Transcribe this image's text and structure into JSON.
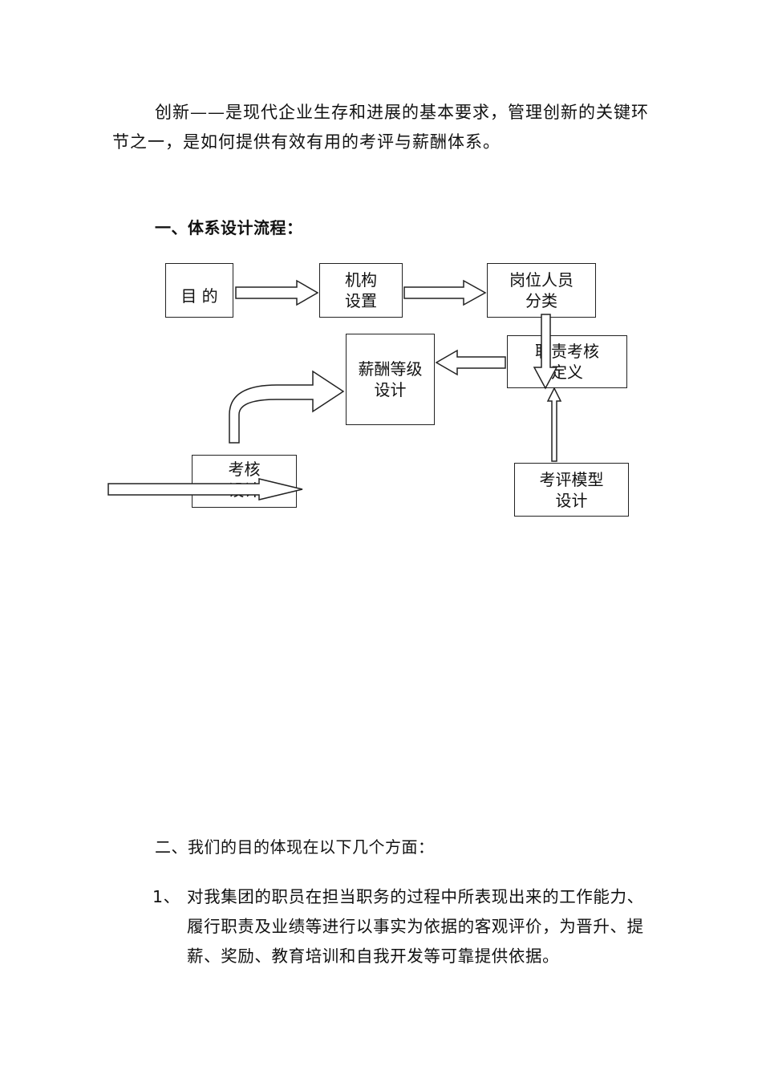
{
  "intro": "创新——是现代企业生存和进展的基本要求，管理创新的关键环节之一，是如何提供有效有用的考评与薪酬体系。",
  "section1": {
    "title": "一、体系设计流程："
  },
  "flowchart": {
    "box_goal": "目 的",
    "box_org": "机构\n设置",
    "box_position": "岗位人员\n分类",
    "box_duty": "职责考核\n定义",
    "box_salary": "薪酬等级\n设计",
    "box_assess": "考核\n设计",
    "box_model": "考评模型\n设计"
  },
  "section2": {
    "title": "二、我们的目的体现在以下几个方面：",
    "items": [
      {
        "num": "1、",
        "text": "对我集团的职员在担当职务的过程中所表现出来的工作能力、履行职责及业绩等进行以事实为依据的客观评价，为晋升、提薪、奖励、教育培训和自我开发等可靠提供依据。"
      }
    ]
  }
}
